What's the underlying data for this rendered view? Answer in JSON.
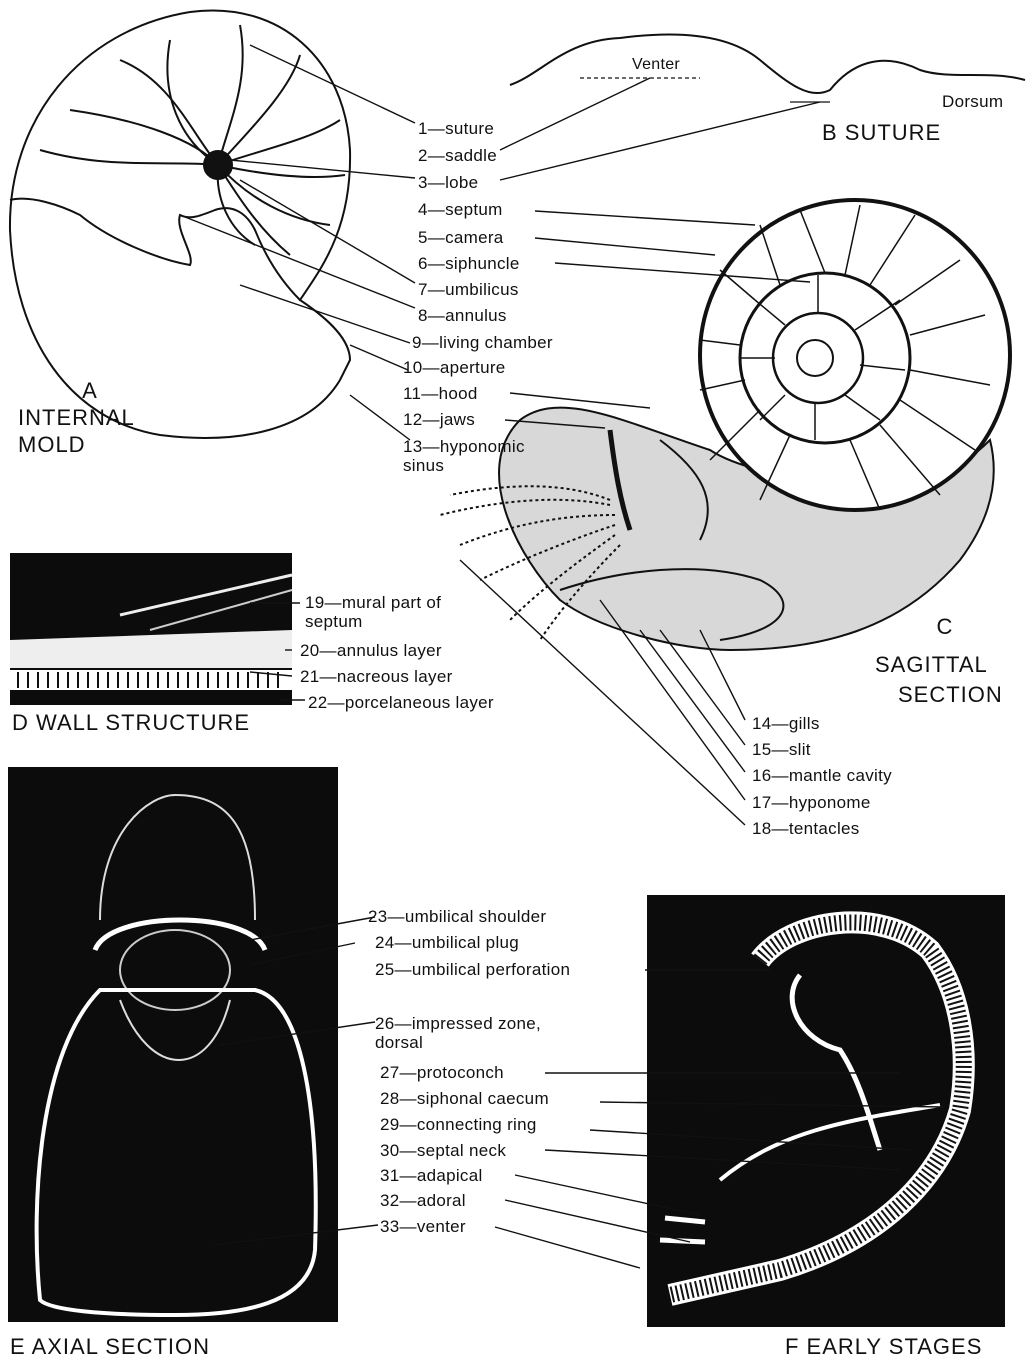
{
  "captions": {
    "a_letter": "A",
    "a_line1": "INTERNAL",
    "a_line2": "MOLD",
    "b": "B  SUTURE",
    "c_letter": "C",
    "c_line1": "SAGITTAL",
    "c_line2": "SECTION",
    "d": "D  WALL STRUCTURE",
    "e": "E  AXIAL  SECTION",
    "f": "F  EARLY  STAGES"
  },
  "suture_profile": {
    "venter": "Venter",
    "dorsum": "Dorsum"
  },
  "labels": [
    {
      "n": "1",
      "term": "suture"
    },
    {
      "n": "2",
      "term": "saddle"
    },
    {
      "n": "3",
      "term": "lobe"
    },
    {
      "n": "4",
      "term": "septum"
    },
    {
      "n": "5",
      "term": "camera"
    },
    {
      "n": "6",
      "term": "siphuncle"
    },
    {
      "n": "7",
      "term": "umbilicus"
    },
    {
      "n": "8",
      "term": "annulus"
    },
    {
      "n": "9",
      "term": "living chamber"
    },
    {
      "n": "10",
      "term": "aperture"
    },
    {
      "n": "11",
      "term": "hood"
    },
    {
      "n": "12",
      "term": "jaws"
    },
    {
      "n": "13",
      "term": "hyponomic sinus"
    },
    {
      "n": "14",
      "term": "gills"
    },
    {
      "n": "15",
      "term": "slit"
    },
    {
      "n": "16",
      "term": "mantle cavity"
    },
    {
      "n": "17",
      "term": "hyponome"
    },
    {
      "n": "18",
      "term": "tentacles"
    },
    {
      "n": "19",
      "term": "mural part of septum"
    },
    {
      "n": "20",
      "term": "annulus layer"
    },
    {
      "n": "21",
      "term": "nacreous layer"
    },
    {
      "n": "22",
      "term": "porcelaneous layer"
    },
    {
      "n": "23",
      "term": "umbilical shoulder"
    },
    {
      "n": "24",
      "term": "umbilical plug"
    },
    {
      "n": "25",
      "term": "umbilical perforation"
    },
    {
      "n": "26",
      "term": "impressed zone, dorsal"
    },
    {
      "n": "27",
      "term": "protoconch"
    },
    {
      "n": "28",
      "term": "siphonal caecum"
    },
    {
      "n": "29",
      "term": "connecting ring"
    },
    {
      "n": "30",
      "term": "septal neck"
    },
    {
      "n": "31",
      "term": "adapical"
    },
    {
      "n": "32",
      "term": "adoral"
    },
    {
      "n": "33",
      "term": "venter"
    }
  ],
  "colors": {
    "ink": "#111111",
    "paper": "#ffffff",
    "photo_bg": "#0c0c0c",
    "stipple": "#d8d8d8"
  }
}
